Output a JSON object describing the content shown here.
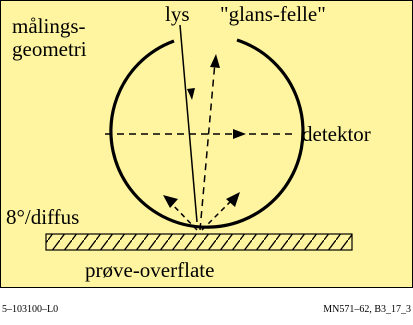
{
  "diagram": {
    "background_color": "#FFF5A0",
    "labels": {
      "geometry_line1": "målings-",
      "geometry_line2": "geometri",
      "light": "lys",
      "gloss_trap": "\"glans-felle\"",
      "detector": "detektor",
      "angle": "8°/diffus",
      "sample_surface": "prøve-overflate"
    }
  },
  "footer": {
    "left_code": "5–103100–L0",
    "right_code": "MN571–62, B3_17_3"
  }
}
